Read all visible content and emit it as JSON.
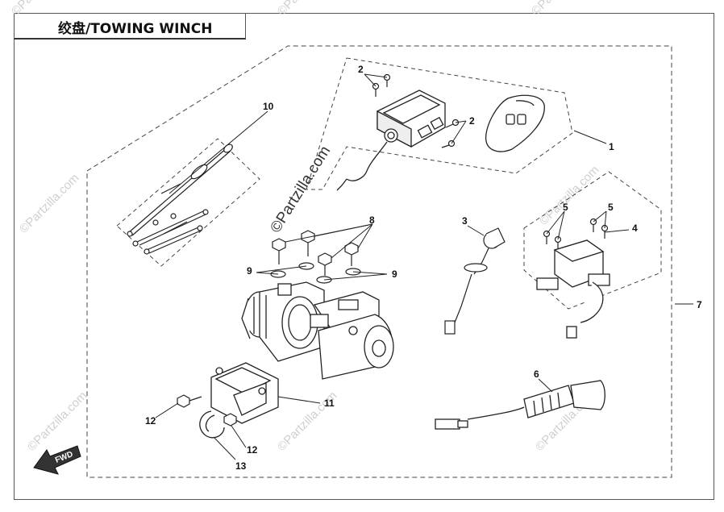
{
  "title": "绞盘/TOWING WINCH",
  "watermark": "©Partzilla.com",
  "fwd_label": "FWD",
  "callouts": {
    "c1": "1",
    "c2a": "2",
    "c2b": "2",
    "c3": "3",
    "c4": "4",
    "c5a": "5",
    "c5b": "5",
    "c6": "6",
    "c7": "7",
    "c8": "8",
    "c9a": "9",
    "c9b": "9",
    "c10": "10",
    "c11": "11",
    "c12a": "12",
    "c12b": "12",
    "c13": "13"
  },
  "colors": {
    "line": "#222222",
    "dash": "#444444",
    "watermark": "#cfcfcf"
  }
}
